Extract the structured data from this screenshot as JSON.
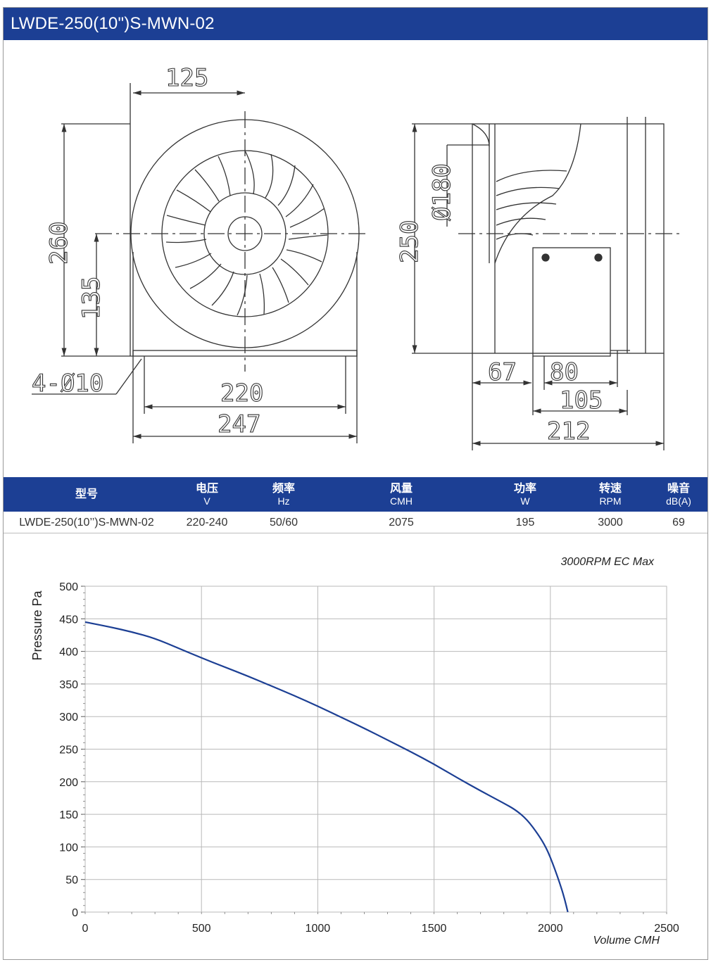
{
  "title": "LWDE-250(10\")S-MWN-02",
  "drawing": {
    "front_dims": [
      "125",
      "260",
      "135",
      "4-Ø10",
      "220",
      "247"
    ],
    "side_dims": [
      "Ø180",
      "250",
      "67",
      "80",
      "105",
      "212"
    ]
  },
  "spec_table": {
    "headers": [
      {
        "label": "型号",
        "unit": ""
      },
      {
        "label": "电压",
        "unit": "V"
      },
      {
        "label": "频率",
        "unit": "Hz"
      },
      {
        "label": "风量",
        "unit": "CMH"
      },
      {
        "label": "功率",
        "unit": "W"
      },
      {
        "label": "转速",
        "unit": "RPM"
      },
      {
        "label": "噪音",
        "unit": "dB(A)"
      }
    ],
    "row": [
      "LWDE-250(10’’)S-MWN-02",
      "220-240",
      "50/60",
      "2075",
      "195",
      "3000",
      "69"
    ]
  },
  "colors": {
    "brand": "#1c3f94",
    "curve": "#1c3f94",
    "grid": "#b9b9b9"
  },
  "chart_data": {
    "type": "line",
    "annotation": "3000RPM EC Max",
    "xlabel": "Volume CMH",
    "ylabel": "Pressure  Pa",
    "xlim": [
      0,
      2500
    ],
    "ylim": [
      0,
      500
    ],
    "x_ticks": [
      "0",
      "500",
      "1000",
      "1500",
      "2000",
      "2500"
    ],
    "y_ticks": [
      "0",
      "50",
      "100",
      "150",
      "200",
      "250",
      "300",
      "350",
      "400",
      "450",
      "500"
    ],
    "grid": true,
    "series": [
      {
        "x": [
          0,
          100,
          200,
          300,
          400,
          500,
          600,
          700,
          800,
          900,
          1000,
          1100,
          1200,
          1300,
          1400,
          1500,
          1600,
          1700,
          1800,
          1850,
          1900,
          1950,
          1980,
          2000,
          2020,
          2040,
          2060,
          2075
        ],
        "y": [
          445,
          438,
          430,
          420,
          405,
          390,
          376,
          362,
          347,
          332,
          316,
          299,
          282,
          264,
          246,
          227,
          206,
          186,
          167,
          157,
          142,
          118,
          100,
          84,
          65,
          45,
          22,
          0
        ]
      }
    ]
  }
}
